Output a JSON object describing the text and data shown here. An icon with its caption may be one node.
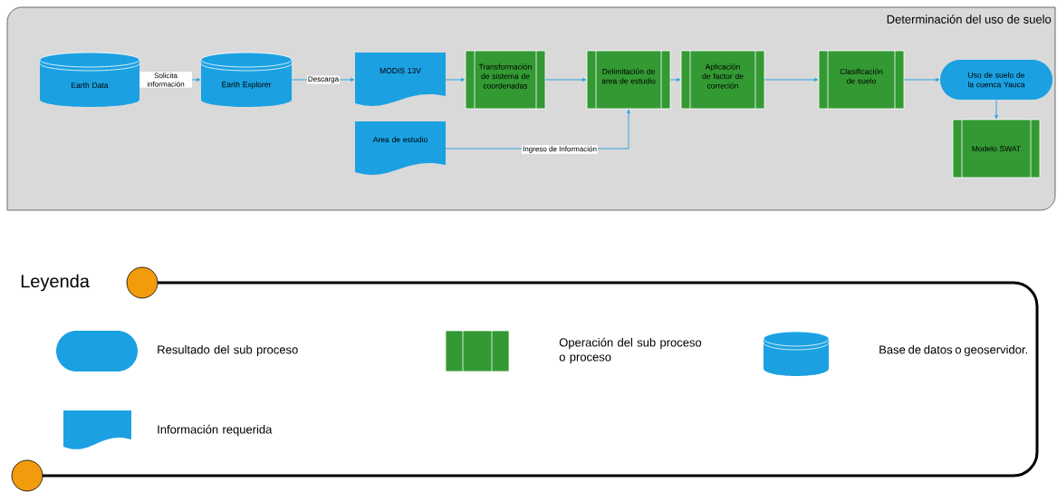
{
  "diagram": {
    "nodes": [
      {
        "text": [
          "Determinación del uso de suelo"
        ]
      },
      {
        "text": [
          "Earth Data"
        ],
        "in": 0
      },
      {
        "text": [
          "Earth Explorer"
        ],
        "in": 0
      },
      {
        "text": [
          "MODIS 13V"
        ],
        "in": 0
      },
      {
        "text": [
          "Area de estudio"
        ],
        "in": 0
      },
      {
        "text": [
          "Transformación de sistema de coordenadas"
        ],
        "in": 0
      },
      {
        "text": [
          "Delimitación de area de estudio"
        ],
        "in": 0
      },
      {
        "text": [
          "Aplicación de factor de correción"
        ],
        "in": 0
      },
      {
        "text": [
          "Clasificación de suelo"
        ],
        "in": 0
      },
      {
        "text": [
          "Uso de suelo de la cuenca Yauca"
        ],
        "in": 0
      },
      {
        "text": [
          "Modelo SWAT"
        ],
        "in": 0
      }
    ],
    "edges": [
      {
        "from": 1,
        "to": 2,
        "arrow": "to",
        "label": "Solicita información"
      },
      {
        "from": 2,
        "to": 3,
        "arrow": "to",
        "label": "Descarga"
      },
      {
        "from": 3,
        "to": 5,
        "arrow": "to"
      },
      {
        "from": 5,
        "to": 6,
        "arrow": "to"
      },
      {
        "from": 6,
        "to": 7,
        "arrow": "to"
      },
      {
        "from": 7,
        "to": 8,
        "arrow": "to"
      },
      {
        "from": 8,
        "to": 9,
        "arrow": "to"
      },
      {
        "from": 9,
        "to": 10,
        "arrow": "to"
      },
      {
        "from": 4,
        "to": 6,
        "arrow": "to",
        "label": "Ingreso de Información"
      }
    ],
    "labels": [
      "Leyenda"
    ],
    "legend": [
      {
        "text": "Resultado del sub proceso"
      },
      {
        "text": "Operación del sub proceso o proceso"
      },
      {
        "text": "Base de datos o geoservidor."
      },
      {
        "text": "Información requerida"
      }
    ]
  }
}
